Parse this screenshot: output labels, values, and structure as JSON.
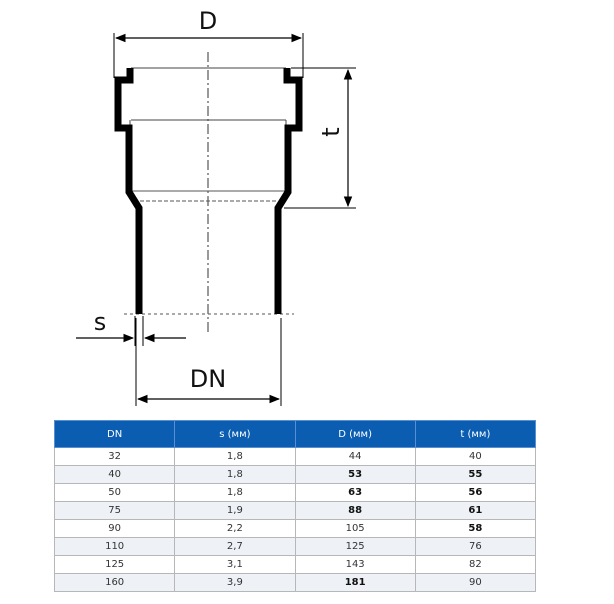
{
  "drawing": {
    "labels": {
      "outer_diameter": "D",
      "socket_depth": "t",
      "wall_thickness": "s",
      "nominal_diameter": "DN"
    }
  },
  "table": {
    "header_color": "#0a5db0",
    "columns": [
      "DN",
      "s (мм)",
      "D (мм)",
      "t (мм)"
    ],
    "rows": [
      {
        "cells": [
          "32",
          "1,8",
          "44",
          "40"
        ],
        "bold": [
          false,
          false,
          false,
          false
        ]
      },
      {
        "cells": [
          "40",
          "1,8",
          "53",
          "55"
        ],
        "bold": [
          false,
          false,
          true,
          true
        ]
      },
      {
        "cells": [
          "50",
          "1,8",
          "63",
          "56"
        ],
        "bold": [
          false,
          false,
          true,
          true
        ]
      },
      {
        "cells": [
          "75",
          "1,9",
          "88",
          "61"
        ],
        "bold": [
          false,
          false,
          true,
          true
        ]
      },
      {
        "cells": [
          "90",
          "2,2",
          "105",
          "58"
        ],
        "bold": [
          false,
          false,
          false,
          true
        ]
      },
      {
        "cells": [
          "110",
          "2,7",
          "125",
          "76"
        ],
        "bold": [
          false,
          false,
          false,
          false
        ]
      },
      {
        "cells": [
          "125",
          "3,1",
          "143",
          "82"
        ],
        "bold": [
          false,
          false,
          false,
          false
        ]
      },
      {
        "cells": [
          "160",
          "3,9",
          "181",
          "90"
        ],
        "bold": [
          false,
          false,
          true,
          false
        ]
      }
    ]
  }
}
